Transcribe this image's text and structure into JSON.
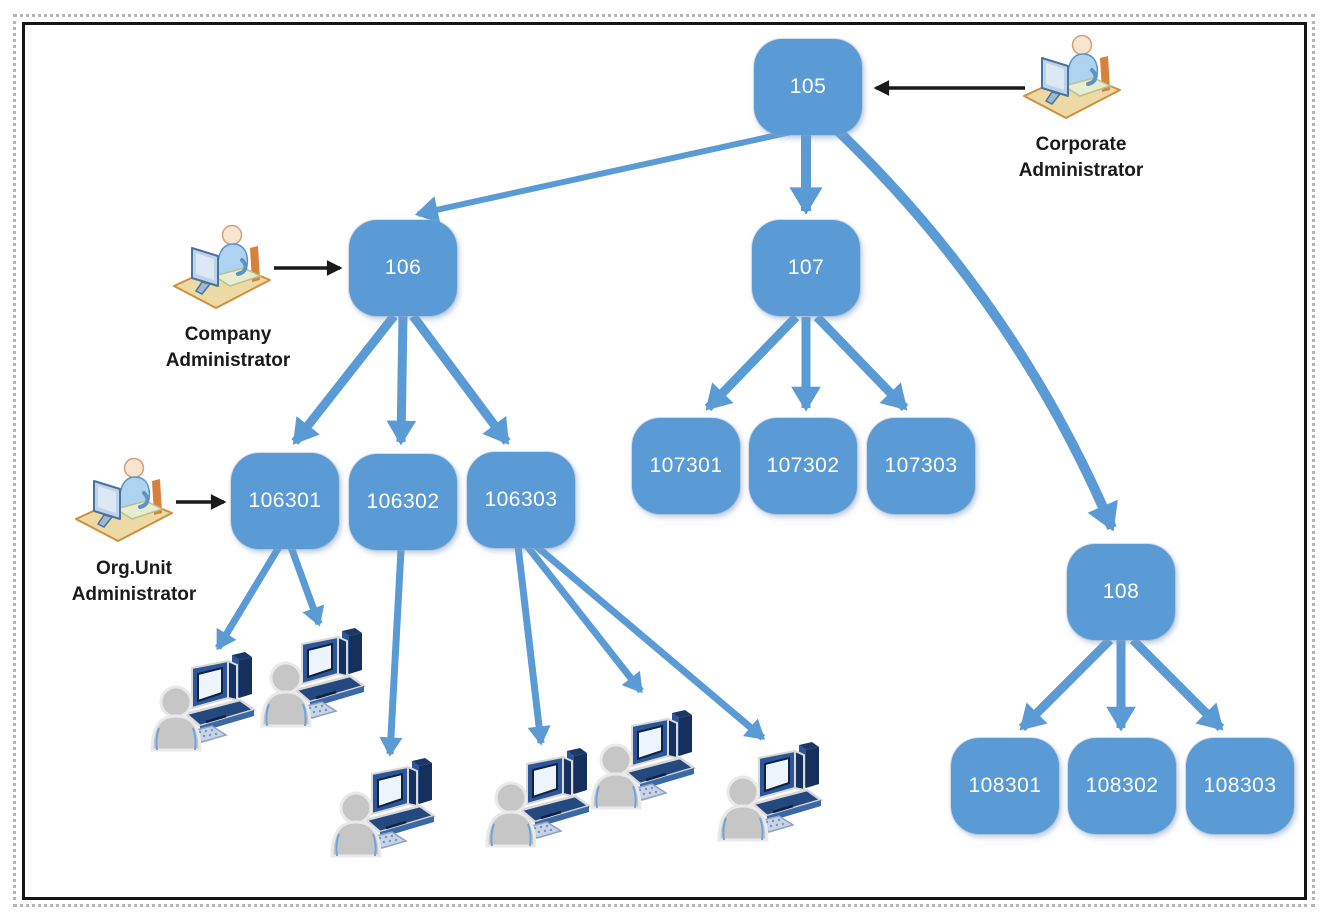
{
  "diagram": {
    "nodes": {
      "n105": "105",
      "n106": "106",
      "n107": "107",
      "n108": "108",
      "n106301": "106301",
      "n106302": "106302",
      "n106303": "106303",
      "n107301": "107301",
      "n107302": "107302",
      "n107303": "107303",
      "n108301": "108301",
      "n108302": "108302",
      "n108303": "108303"
    },
    "admins": {
      "corporate": {
        "line1": "Corporate",
        "line2": "Administrator"
      },
      "company": {
        "line1": "Company",
        "line2": "Administrator"
      },
      "orgunit": {
        "line1": "Org.Unit",
        "line2": "Administrator"
      }
    },
    "icons": {
      "admin": "admin-workstation-icon",
      "user": "user-workstation-icon"
    },
    "colors": {
      "node_fill": "#5B9BD5",
      "node_text": "#FFFFFF",
      "arrow_blue": "#5B9BD5",
      "arrow_black": "#1A1A1A",
      "frame_dotted": "#B5B5B5",
      "frame_solid": "#151515",
      "user_gray": "#C6C6C6",
      "platform_tan": "#ECD9A4"
    }
  }
}
